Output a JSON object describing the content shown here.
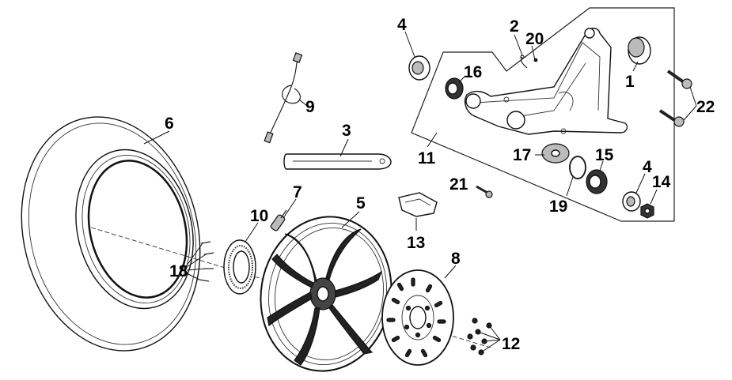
{
  "callouts": {
    "n1": "1",
    "n2": "2",
    "n3": "3",
    "n4a": "4",
    "n4b": "4",
    "n5": "5",
    "n6": "6",
    "n7": "7",
    "n8": "8",
    "n9": "9",
    "n10": "10",
    "n11": "11",
    "n12": "12",
    "n13": "13",
    "n14": "14",
    "n15": "15",
    "n16": "16",
    "n17": "17",
    "n18": "18",
    "n19": "19",
    "n20": "20",
    "n21": "21",
    "n22": "22"
  }
}
